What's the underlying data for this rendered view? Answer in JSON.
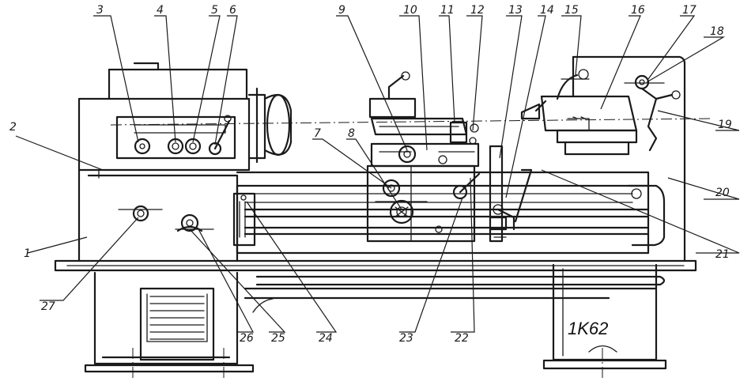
{
  "model_label": "1K62",
  "callouts": [
    {
      "n": "1"
    },
    {
      "n": "2"
    },
    {
      "n": "3"
    },
    {
      "n": "4"
    },
    {
      "n": "5"
    },
    {
      "n": "6"
    },
    {
      "n": "7"
    },
    {
      "n": "8"
    },
    {
      "n": "9"
    },
    {
      "n": "10"
    },
    {
      "n": "11"
    },
    {
      "n": "12"
    },
    {
      "n": "13"
    },
    {
      "n": "14"
    },
    {
      "n": "15"
    },
    {
      "n": "16"
    },
    {
      "n": "17"
    },
    {
      "n": "18"
    },
    {
      "n": "19"
    },
    {
      "n": "20"
    },
    {
      "n": "21"
    },
    {
      "n": "22"
    },
    {
      "n": "23"
    },
    {
      "n": "24"
    },
    {
      "n": "25"
    },
    {
      "n": "26"
    },
    {
      "n": "27"
    }
  ]
}
